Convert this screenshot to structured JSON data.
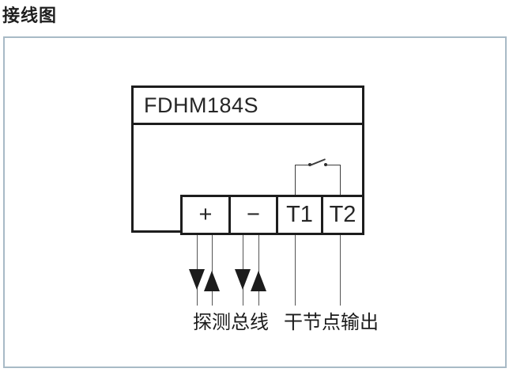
{
  "page": {
    "title": "接线图"
  },
  "diagram": {
    "device_label": "FDHM184S",
    "terminals": [
      {
        "label": "+"
      },
      {
        "label": "−"
      },
      {
        "label": "T1"
      },
      {
        "label": "T2"
      }
    ],
    "bus_label": "探测总线",
    "output_label": "干节点输出",
    "colors": {
      "frame_border": "#a8bac6",
      "line_color": "#1d1d1d",
      "wire_color": "#555555"
    }
  }
}
